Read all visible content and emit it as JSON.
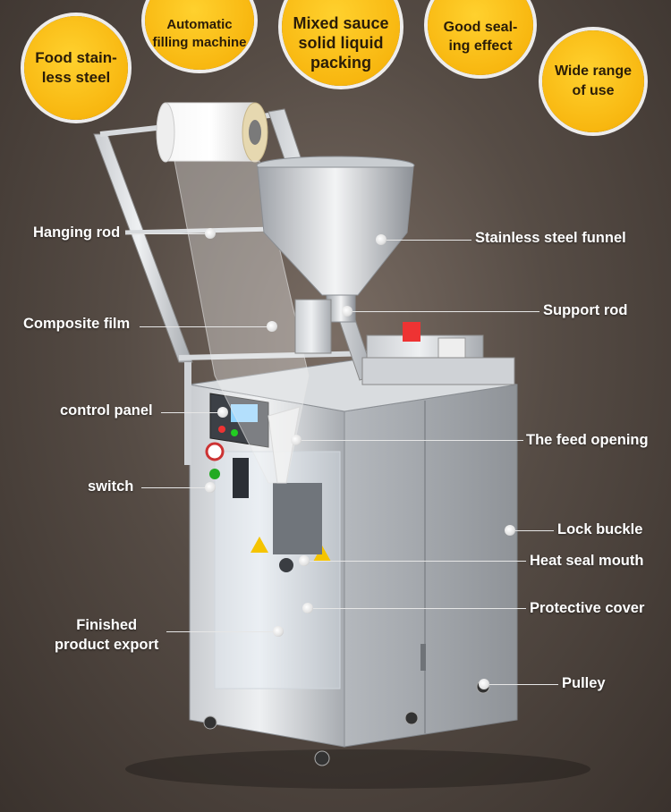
{
  "badges": {
    "food": "Food stain-\nless steel",
    "filling": "Automatic\nfilling machine",
    "mixed": "Mixed sauce\nsolid liquid\npacking",
    "seal": "Good seal-\ning effect",
    "range": "Wide range\nof use"
  },
  "labels": {
    "hanging_rod": "Hanging rod",
    "composite_film": "Composite film",
    "control_panel": "control panel",
    "switch": "switch",
    "finished": "Finished\nproduct export",
    "funnel": "Stainless steel funnel",
    "support_rod": "Support rod",
    "feed_opening": "The feed opening",
    "lock_buckle": "Lock buckle",
    "heat_seal": "Heat seal mouth",
    "protective_cover": "Protective cover",
    "pulley": "Pulley"
  },
  "colors": {
    "badge": "#f8b710",
    "label_text": "#ffffff",
    "background": "#564c45"
  }
}
